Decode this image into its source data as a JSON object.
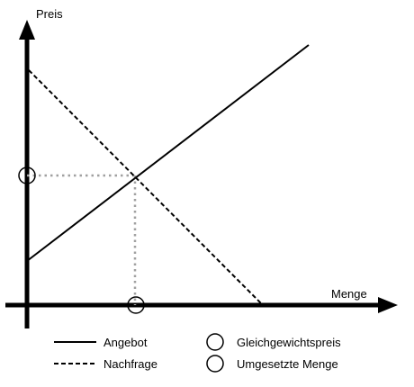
{
  "axes": {
    "y_label": "Preis",
    "x_label": "Menge"
  },
  "curves": {
    "supply": {
      "name": "Angebot",
      "line_style": "solid",
      "slope": "rising"
    },
    "demand": {
      "name": "Nachfrage",
      "line_style": "dashed",
      "slope": "falling"
    }
  },
  "equilibrium": {
    "guide_style": "dotted",
    "marker_shape": "circle"
  },
  "legend": {
    "supply_label": "Angebot",
    "demand_label": "Nachfrage",
    "price_marker_label": "Gleichgewichtspreis",
    "quantity_marker_label": "Umgesetzte Menge"
  },
  "colors": {
    "line": "#000000",
    "guide": "#a0a0a0",
    "background": "#ffffff"
  }
}
